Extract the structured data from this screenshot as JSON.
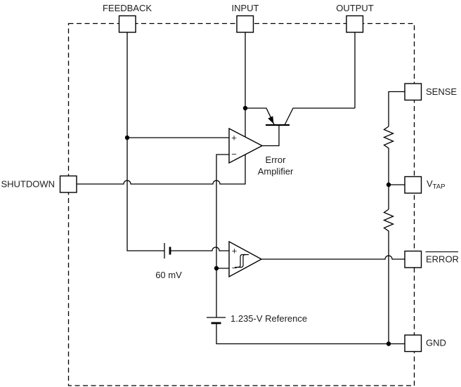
{
  "diagram": {
    "kind": "ldo-regulator-functional-block-diagram",
    "background_color": "#ffffff",
    "line_color": "#000000",
    "text_color": "#1c1c1c"
  },
  "pins": {
    "feedback": {
      "label": "FEEDBACK"
    },
    "input": {
      "label": "INPUT"
    },
    "output": {
      "label": "OUTPUT"
    },
    "shutdown": {
      "label": "SHUTDOWN"
    },
    "sense": {
      "label": "SENSE"
    },
    "vtap": {
      "label_main": "V",
      "label_sub": "TAP"
    },
    "error": {
      "label": "ERROR",
      "active_low": true
    },
    "gnd": {
      "label": "GND"
    }
  },
  "components": {
    "error_amplifier": {
      "label_line1": "Error",
      "label_line2": "Amplifier",
      "plus": "+",
      "minus": "−"
    },
    "comparator": {
      "plus": "+",
      "minus": "−"
    },
    "offset_battery": {
      "label": "60 mV"
    },
    "reference_battery": {
      "label": "1.235-V Reference"
    }
  }
}
